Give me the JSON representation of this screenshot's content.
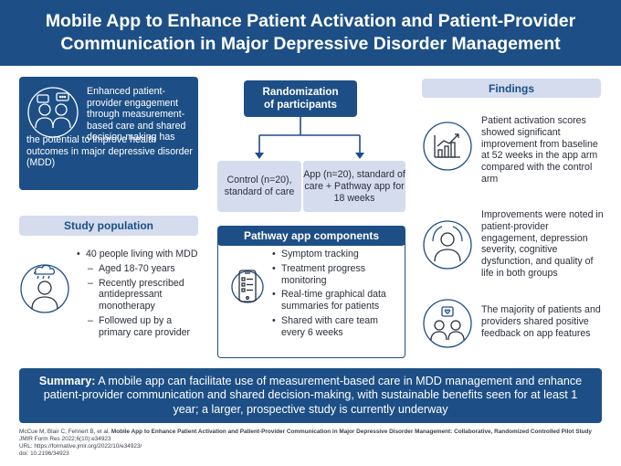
{
  "header": {
    "title_line1": "Mobile App to Enhance Patient Activation and Patient-Provider",
    "title_line2": "Communication in Major Depressive Disorder Management"
  },
  "intro": {
    "text_top": "Enhanced patient-provider engagement through measurement-based care and shared decision-making has",
    "text_bottom": "the potential to improve health outcomes in major depressive disorder (MDD)",
    "icon": "doctor-patient-chat-icon"
  },
  "randomization": {
    "title_line1": "Randomization",
    "title_line2": "of participants",
    "control": "Control (n=20), standard of care",
    "app": "App (n=20), standard of care + Pathway app for 18 weeks"
  },
  "study_population": {
    "title": "Study population",
    "icon": "patient-icon",
    "main": "40 people living with MDD",
    "sub": [
      "Aged 18-70 years",
      "Recently prescribed antidepressant monotherapy",
      "Followed up by a primary care provider"
    ]
  },
  "pathway": {
    "title": "Pathway app components",
    "icon": "phone-checklist-icon",
    "items": [
      "Symptom tracking",
      "Treatment progress monitoring",
      "Real-time graphical data summaries for patients",
      "Shared with care team every 6 weeks"
    ]
  },
  "findings": {
    "title": "Findings",
    "items": [
      {
        "icon": "growth-chart-icon",
        "text": "Patient activation scores showed significant improvement from baseline at 52 weeks in the app arm compared with the control arm"
      },
      {
        "icon": "patient-improvement-icon",
        "text": "Improvements were noted in patient-provider engagement, depression severity, cognitive dysfunction, and quality of life in both groups"
      },
      {
        "icon": "positive-feedback-icon",
        "text": "The majority of patients and providers shared positive feedback on app features"
      }
    ]
  },
  "summary": {
    "label": "Summary:",
    "text": " A mobile app can facilitate use of measurement-based care in MDD management and enhance patient-provider communication and shared decision-making, with sustainable benefits seen for at least 1 year; a larger, prospective study is currently underway"
  },
  "citation": {
    "authors": "McCue M, Blair C, Fehnert B, et al. ",
    "title": "Mobile App to Enhance Patient Activation and Patient-Provider Communication in Major Depressive Disorder Management: Collaborative, Randomized Controlled Pilot Study",
    "journal": "JMIR Form Res 2022;6(10):e34923",
    "url": "URL: https://formative.jmir.org/2022/10/e34923/",
    "doi": "doi: 10.2196/34923"
  },
  "colors": {
    "primary": "#1d4f86",
    "light": "#d4dced",
    "text": "#2b2f3a"
  }
}
